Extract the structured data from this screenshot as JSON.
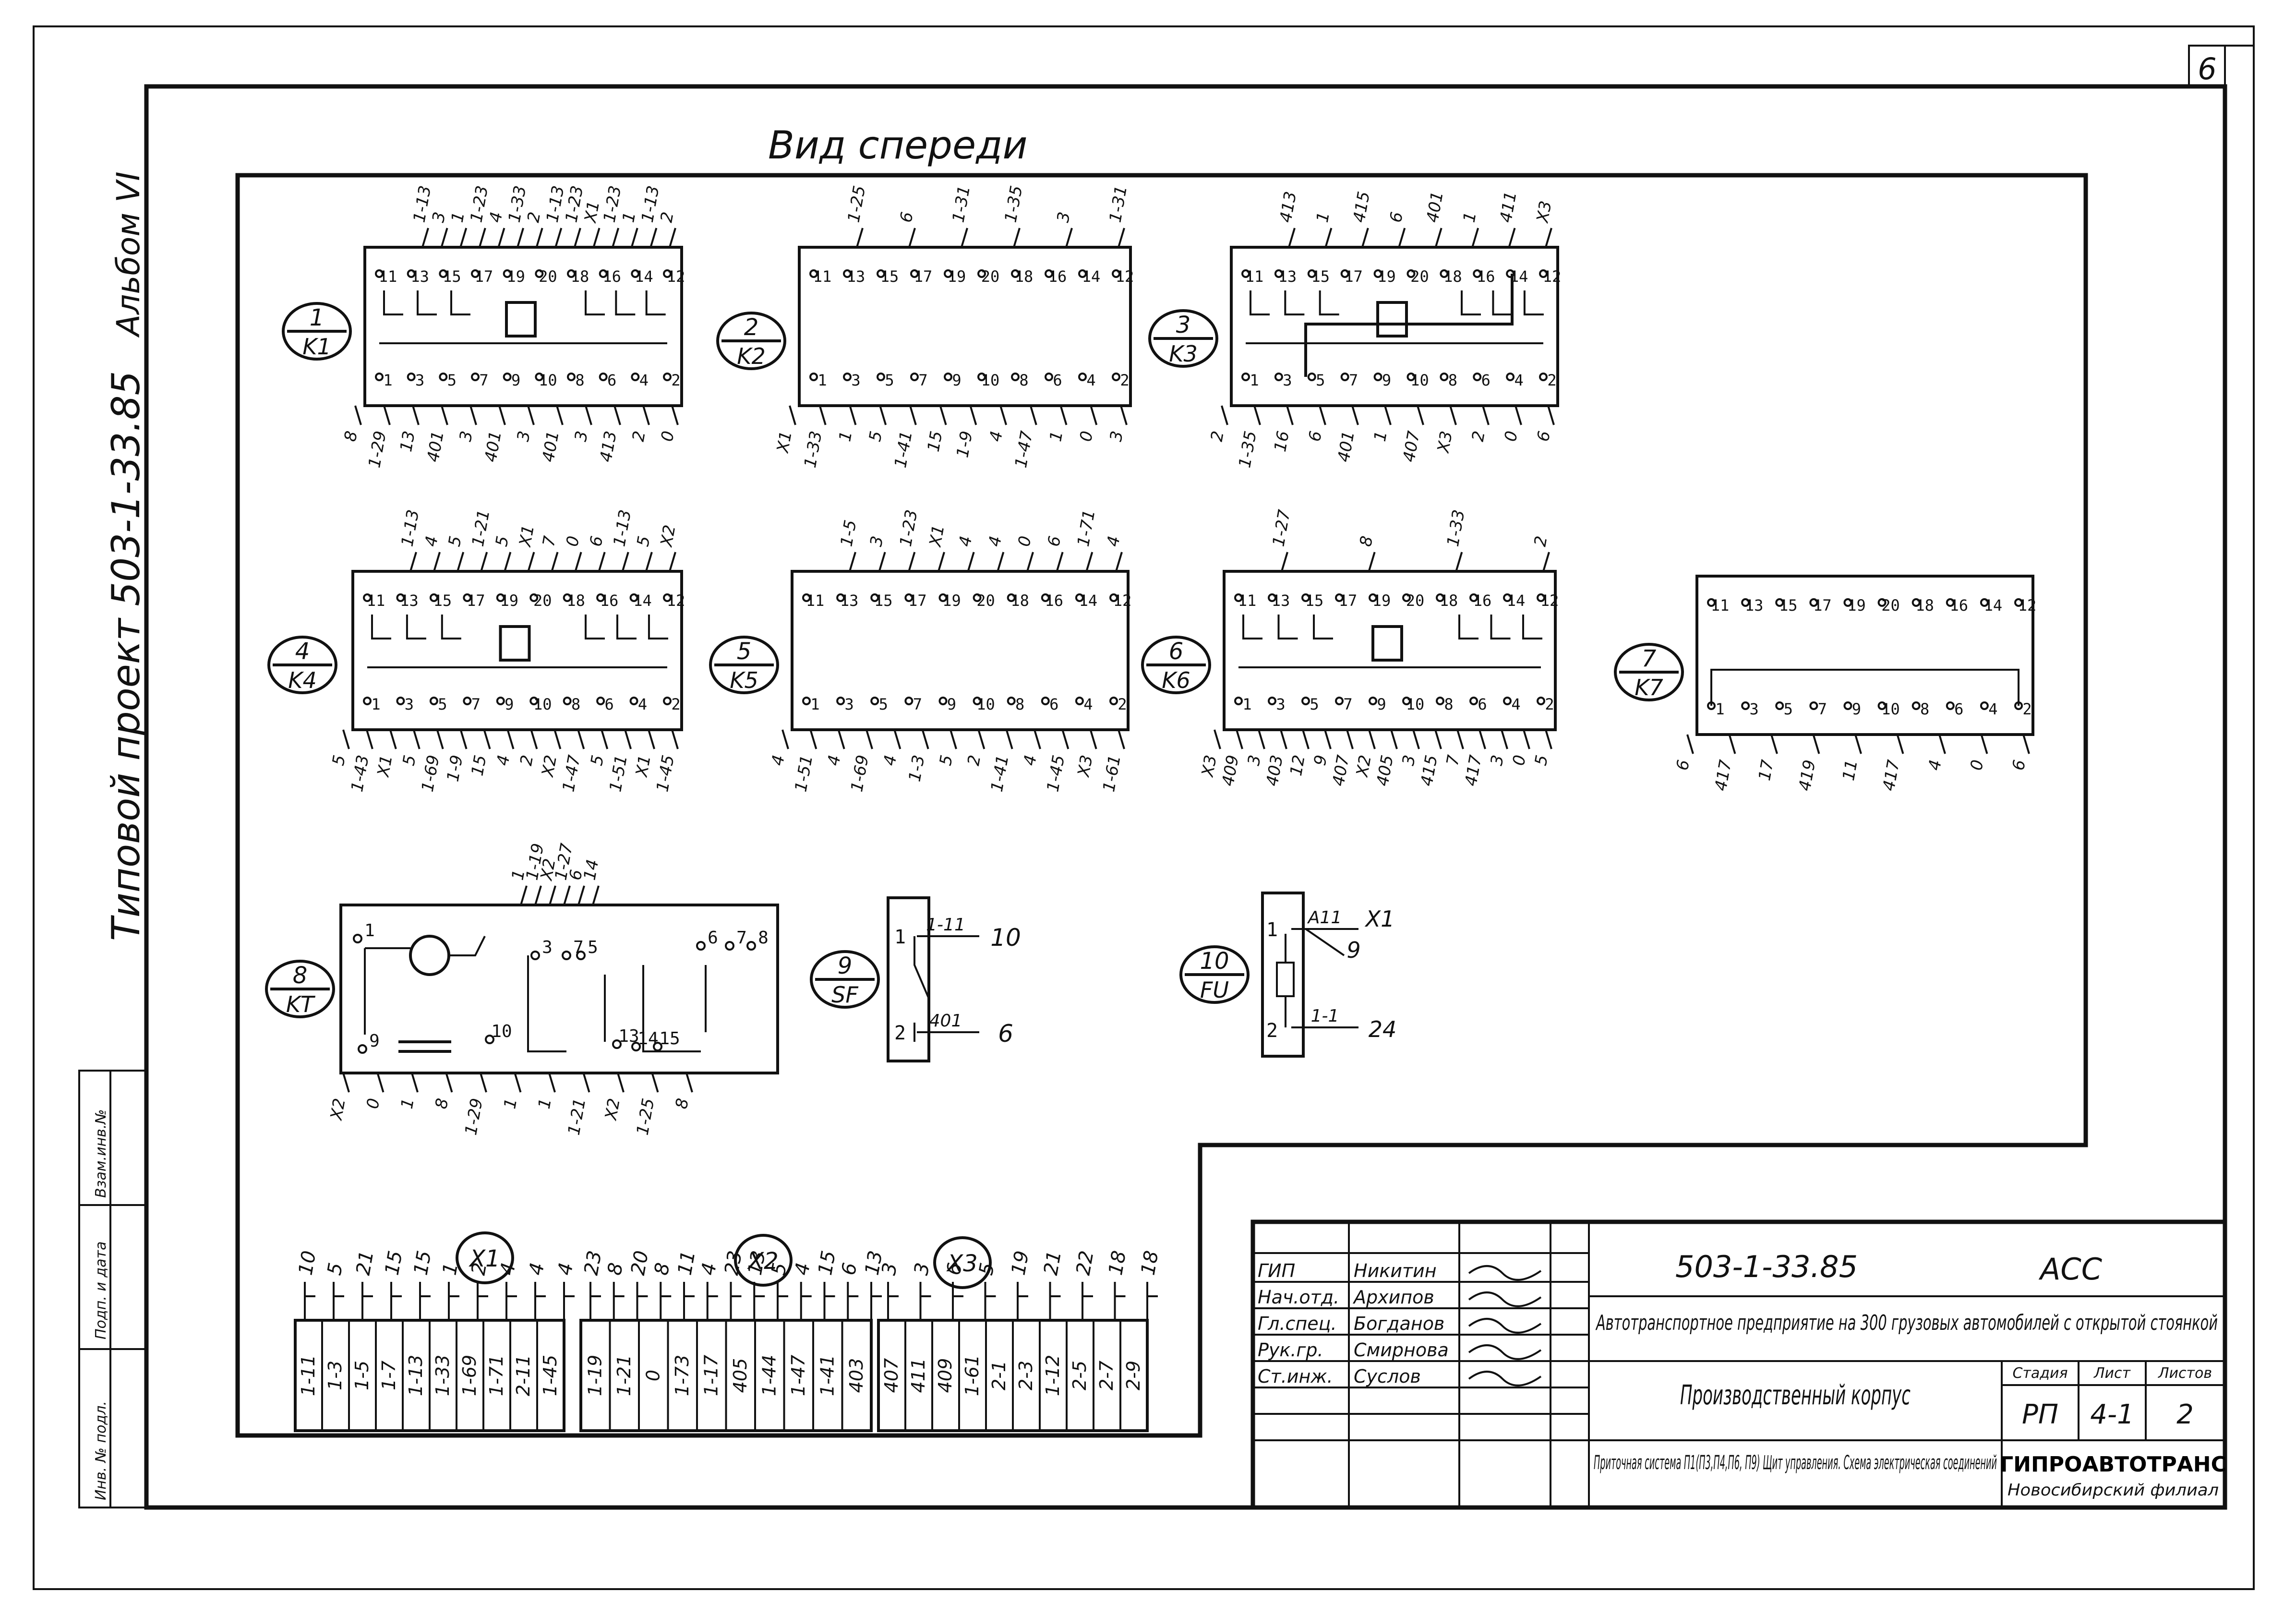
{
  "sheet_number": "6",
  "album_title": "Альбом VI",
  "project_title": "Типовой проект 503-1-33.85",
  "view_title": "Вид спереди",
  "side_stamp": {
    "fields": [
      "Взам.инв.№",
      "Подп. и дата",
      "Инв. № подл."
    ]
  },
  "relays": [
    {
      "num": "1",
      "code": "K1",
      "top_pins": [
        "11",
        "13",
        "15",
        "17",
        "19",
        "20",
        "18",
        "16",
        "14",
        "12"
      ],
      "bottom_pins": [
        "1",
        "3",
        "5",
        "7",
        "9",
        "10",
        "8",
        "6",
        "4",
        "2"
      ],
      "top_wires": [
        "1-13",
        "3",
        "1",
        "1-23",
        "4",
        "1-33",
        "2",
        "1-13",
        "1-23",
        "X1",
        "1-23",
        "1",
        "1-13",
        "2"
      ],
      "bottom_wires": [
        "8",
        "1-29",
        "13",
        "401",
        "3",
        "401",
        "3",
        "401",
        "3",
        "413",
        "2",
        "0"
      ]
    },
    {
      "num": "2",
      "code": "K2",
      "top_pins": [
        "11",
        "13",
        "15",
        "17",
        "19",
        "20",
        "18",
        "16",
        "14",
        "12"
      ],
      "bottom_pins": [
        "1",
        "3",
        "5",
        "7",
        "9",
        "10",
        "8",
        "6",
        "4",
        "2"
      ],
      "top_wires": [
        "1-25",
        "6",
        "1-31",
        "1-35",
        "3",
        "1-31"
      ],
      "bottom_wires": [
        "X1",
        "1-33",
        "1",
        "5",
        "1-41",
        "15",
        "1-9",
        "4",
        "1-47",
        "1",
        "0",
        "3"
      ]
    },
    {
      "num": "3",
      "code": "K3",
      "top_pins": [
        "11",
        "13",
        "15",
        "17",
        "19",
        "20",
        "18",
        "16",
        "14",
        "12"
      ],
      "bottom_pins": [
        "1",
        "3",
        "5",
        "7",
        "9",
        "10",
        "8",
        "6",
        "4",
        "2"
      ],
      "top_wires": [
        "413",
        "1",
        "415",
        "6",
        "401",
        "1",
        "411",
        "X3"
      ],
      "bottom_wires": [
        "2",
        "1-35",
        "16",
        "6",
        "401",
        "1",
        "407",
        "X3",
        "2",
        "0",
        "6"
      ]
    },
    {
      "num": "4",
      "code": "K4",
      "top_pins": [
        "11",
        "13",
        "15",
        "17",
        "19",
        "20",
        "18",
        "16",
        "14",
        "12"
      ],
      "bottom_pins": [
        "1",
        "3",
        "5",
        "7",
        "9",
        "10",
        "8",
        "6",
        "4",
        "2"
      ],
      "top_wires": [
        "1-13",
        "4",
        "5",
        "1-21",
        "5",
        "X1",
        "7",
        "0",
        "6",
        "1-13",
        "5",
        "X2"
      ],
      "bottom_wires": [
        "5",
        "1-43",
        "X1",
        "5",
        "1-69",
        "1-9",
        "15",
        "4",
        "2",
        "X2",
        "1-47",
        "5",
        "1-51",
        "X1",
        "1-45"
      ]
    },
    {
      "num": "5",
      "code": "K5",
      "top_pins": [
        "11",
        "13",
        "15",
        "17",
        "19",
        "20",
        "18",
        "16",
        "14",
        "12"
      ],
      "bottom_pins": [
        "1",
        "3",
        "5",
        "7",
        "9",
        "10",
        "8",
        "6",
        "4",
        "2"
      ],
      "top_wires": [
        "1-5",
        "3",
        "1-23",
        "X1",
        "4",
        "4",
        "0",
        "6",
        "1-71",
        "4"
      ],
      "bottom_wires": [
        "4",
        "1-51",
        "4",
        "1-69",
        "4",
        "1-3",
        "5",
        "2",
        "1-41",
        "4",
        "1-45",
        "X3",
        "1-61"
      ]
    },
    {
      "num": "6",
      "code": "K6",
      "top_pins": [
        "11",
        "13",
        "15",
        "17",
        "19",
        "20",
        "18",
        "16",
        "14",
        "12"
      ],
      "bottom_pins": [
        "1",
        "3",
        "5",
        "7",
        "9",
        "10",
        "8",
        "6",
        "4",
        "2"
      ],
      "top_wires": [
        "1-27",
        "8",
        "1-33",
        "2"
      ],
      "bottom_wires": [
        "X3",
        "409",
        "3",
        "403",
        "12",
        "9",
        "407",
        "X2",
        "405",
        "3",
        "415",
        "7",
        "417",
        "3",
        "0",
        "5"
      ]
    },
    {
      "num": "7",
      "code": "K7",
      "top_pins": [
        "11",
        "13",
        "15",
        "17",
        "19",
        "20",
        "18",
        "16",
        "14",
        "12"
      ],
      "bottom_pins": [
        "1",
        "3",
        "5",
        "7",
        "9",
        "10",
        "8",
        "6",
        "4",
        "2"
      ],
      "top_wires": [],
      "bottom_wires": [
        "6",
        "417",
        "17",
        "419",
        "11",
        "417",
        "4",
        "0",
        "6"
      ]
    }
  ],
  "timer": {
    "num": "8",
    "code": "KT",
    "pins": [
      "1",
      "3",
      "7",
      "5",
      "6",
      "7",
      "8",
      "9",
      "10",
      "13",
      "14",
      "15"
    ],
    "top_wires": [
      "1",
      "1-19",
      "X2",
      "1-27",
      "6",
      "14"
    ],
    "bottom_wires": [
      "X2",
      "0",
      "1",
      "8",
      "1-29",
      "1",
      "1",
      "1-21",
      "X2",
      "1-25",
      "8"
    ]
  },
  "breaker": {
    "num": "9",
    "code": "SF",
    "pins": [
      "1",
      "2"
    ],
    "wires": [
      {
        "label": "1-11",
        "to": "10"
      },
      {
        "label": "401",
        "to": "6"
      }
    ]
  },
  "fuse": {
    "num": "10",
    "code": "FU",
    "pins": [
      "1",
      "2"
    ],
    "wires": [
      {
        "label": "A11",
        "to": "X1"
      },
      {
        "label": "",
        "to": "9"
      },
      {
        "label": "1-1",
        "to": "24"
      }
    ]
  },
  "terminal_blocks": [
    {
      "name": "X1",
      "cells": [
        "1-11",
        "1-3",
        "1-5",
        "1-7",
        "1-13",
        "1-33",
        "1-69",
        "1-71",
        "2-11",
        "1-45"
      ],
      "wires": [
        "10",
        "5",
        "21",
        "15",
        "15",
        "1",
        "2",
        "4",
        "4",
        "4"
      ]
    },
    {
      "name": "X2",
      "cells": [
        "1-19",
        "1-21",
        "0",
        "1-73",
        "1-17",
        "405",
        "1-44",
        "1-47",
        "1-41",
        "403"
      ],
      "wires": [
        "23",
        "8",
        "20",
        "8",
        "11",
        "4",
        "23",
        "13",
        "5",
        "4",
        "15",
        "6",
        "13"
      ]
    },
    {
      "name": "X3",
      "cells": [
        "407",
        "411",
        "409",
        "1-61",
        "2-1",
        "2-3",
        "1-12",
        "2-5",
        "2-7",
        "2-9"
      ],
      "wires": [
        "3",
        "3",
        "6",
        "5",
        "19",
        "21",
        "22",
        "18",
        "18"
      ]
    }
  ],
  "title_block": {
    "doc_code": "503-1-33.85",
    "section": "АСС",
    "object_name": "Автотранспортное предприятие на 300 грузовых автомобилей с открытой стоянкой",
    "building": "Производственный корпус",
    "sheet_title": "Приточная система П1(П3,П4,П6, П9) Щит управления. Схема электрическая соединений",
    "stage_label": "Стадия",
    "sheet_label": "Лист",
    "sheets_label": "Листов",
    "stage": "РП",
    "sheet": "4-1",
    "sheets": "2",
    "org_name": "ГИПРОАВТОТРАНС",
    "org_branch": "Новосибирский филиал",
    "staff": [
      {
        "role": "ГИП",
        "name": "Никитин"
      },
      {
        "role": "Нач.отд.",
        "name": "Архипов"
      },
      {
        "role": "Гл.спец.",
        "name": "Богданов"
      },
      {
        "role": "Рук.гр.",
        "name": "Смирнова"
      },
      {
        "role": "Ст.инж.",
        "name": "Суслов"
      }
    ]
  }
}
